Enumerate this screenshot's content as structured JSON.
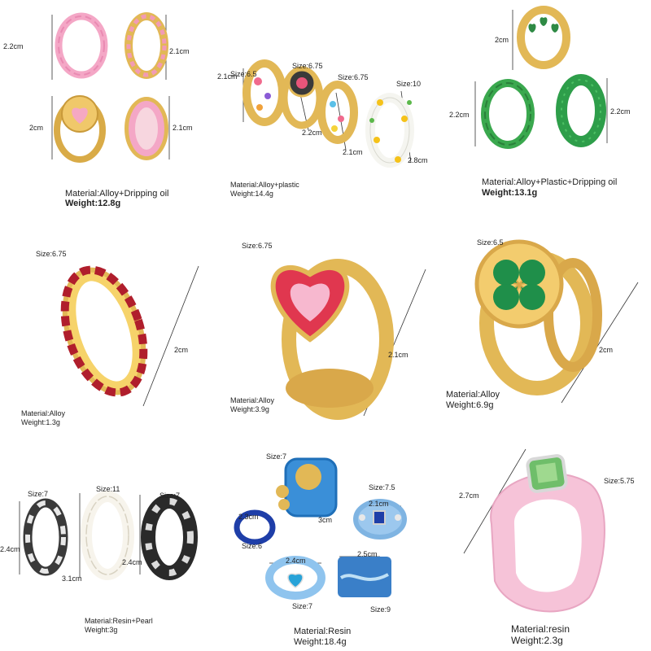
{
  "cells": [
    {
      "labels": [
        "2.2cm",
        "2.1cm",
        "2cm",
        "2.1cm"
      ],
      "material": "Material:Alloy+Dripping oil",
      "weight": "Weight:12.8g"
    },
    {
      "labels": [
        "Size:6.5",
        "2.1cm",
        "Size:6.75",
        "Size:6.75",
        "Size:10",
        "2.2cm",
        "2.1cm",
        "2.8cm"
      ],
      "material": "Material:Alloy+plastic",
      "weight": "Weight:14.4g"
    },
    {
      "labels": [
        "2cm",
        "2.2cm",
        "2.2cm"
      ],
      "material": "Material:Alloy+Plastic+Dripping oil",
      "weight": "Weight:13.1g"
    },
    {
      "labels": [
        "Size:6.75",
        "2cm"
      ],
      "material": "Material:Alloy",
      "weight": "Weight:1.3g"
    },
    {
      "labels": [
        "Size:6.75",
        "2.1cm"
      ],
      "material": "Material:Alloy",
      "weight": "Weight:3.9g"
    },
    {
      "labels": [
        "Size:6.5",
        "2cm"
      ],
      "material": "Material:Alloy",
      "weight": "Weight:6.9g"
    },
    {
      "labels": [
        "Size:7",
        "Size:11",
        "Size:7",
        "2.4cm",
        "3.1cm",
        "2.4cm"
      ],
      "material": "Material:Resin+Pearl",
      "weight": "Weight:3g"
    },
    {
      "labels": [
        "Size:7",
        "2.3cm",
        "3cm",
        "Size:7.5",
        "2.1cm",
        "Size:6",
        "2.4cm",
        "2.5cm",
        "Size:7",
        "Size:9"
      ],
      "material": "Material:Resin",
      "weight": "Weight:18.4g"
    },
    {
      "labels": [
        "2.7cm",
        "Size:5.75"
      ],
      "material": "Material:resin",
      "weight": "Weight:2.3g"
    }
  ],
  "colors": {
    "gold": "#e2b856",
    "pink": "#f4a7c6",
    "red": "#e0374f",
    "green": "#2e9e4a",
    "blue": "#1f7fd6",
    "navy": "#1e3ea8",
    "resin_pink": "#f6c3d8"
  }
}
